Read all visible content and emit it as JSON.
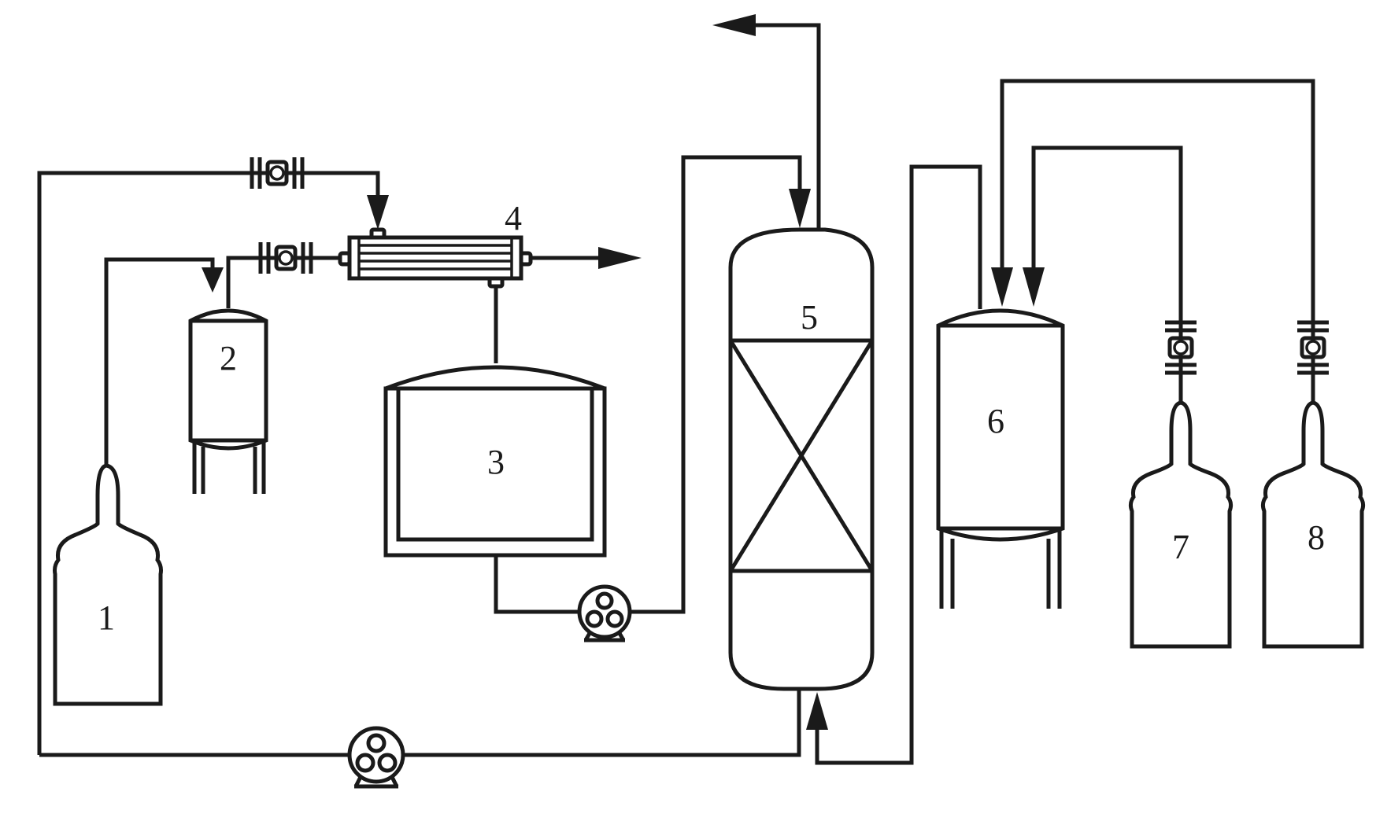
{
  "labels": {
    "unit1": "1",
    "unit2": "2",
    "unit3": "3",
    "unit4": "4",
    "unit5": "5",
    "unit6": "6",
    "unit7": "7",
    "unit8": "8"
  },
  "colors": {
    "line": "#1a1a1a",
    "background": "#ffffff"
  },
  "icons": [
    "valve-icon",
    "pump-icon",
    "gas-cylinder-icon",
    "heat-exchanger-icon",
    "arrow-head-icon"
  ]
}
